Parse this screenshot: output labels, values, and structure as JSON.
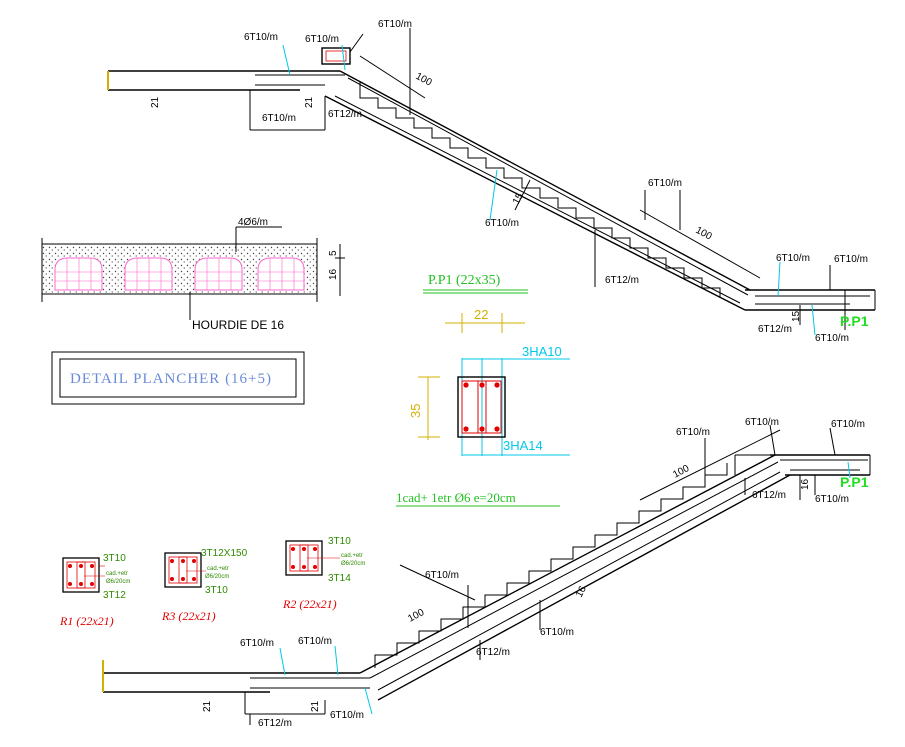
{
  "colors": {
    "line": "#000000",
    "rebar_red": "#e00000",
    "annotation_green": "#2e8b00",
    "pp_green": "#22c022",
    "cyan": "#00c8e8",
    "yellow": "#d4b000",
    "title_blue": "#6a8ad8",
    "hourdie_pink": "#ff66cc"
  },
  "top_stair": {
    "labels": [
      "6T10/m",
      "6T10/m",
      "6T10/m",
      "6T10/m",
      "6T12/m",
      "6T10/m",
      "6T10/m",
      "6T12/m",
      "6T10/m",
      "6T10/m",
      "6T12/m",
      "6T10/m"
    ],
    "dims": [
      "21",
      "21",
      "100",
      "15",
      "100",
      "15"
    ],
    "beam": "P.P1"
  },
  "bottom_stair": {
    "labels": [
      "6T10/m",
      "6T10/m",
      "6T12/m",
      "6T10/m",
      "6T10/m",
      "6T10/m",
      "6T10/m",
      "6T10/m",
      "6T12/m",
      "6T10/m",
      "6T12/m",
      "6T10/m"
    ],
    "dims": [
      "21",
      "21",
      "100",
      "16",
      "100",
      "16"
    ],
    "beam": "P.P1"
  },
  "hourdie": {
    "top_label": "4Ø6/m",
    "caption": "HOURDIE DE 16",
    "dim_top": "5",
    "dim_body": "16"
  },
  "detail_title": "DETAIL PLANCHER (16+5)",
  "pp1_section": {
    "title": "P.P1 (22x35)",
    "width": "22",
    "height": "35",
    "top_bars": "3HA10",
    "bottom_bars": "3HA14",
    "stirrups": "1cad+ 1etr Ø6 e=20cm"
  },
  "small_beams": [
    {
      "name": "R1 (22x21)",
      "top": "3T10",
      "bottom": "3T12",
      "stirrup1": "cad.+etr",
      "stirrup2": "Ø6/20cm"
    },
    {
      "name": "R3 (22x21)",
      "top": "3T12X150",
      "bottom": "3T10",
      "stirrup1": "cad.+etr",
      "stirrup2": "Ø6/20cm"
    },
    {
      "name": "R2 (22x21)",
      "top": "3T10",
      "bottom": "3T14",
      "stirrup1": "cad.+etr",
      "stirrup2": "Ø6/20cm"
    }
  ]
}
